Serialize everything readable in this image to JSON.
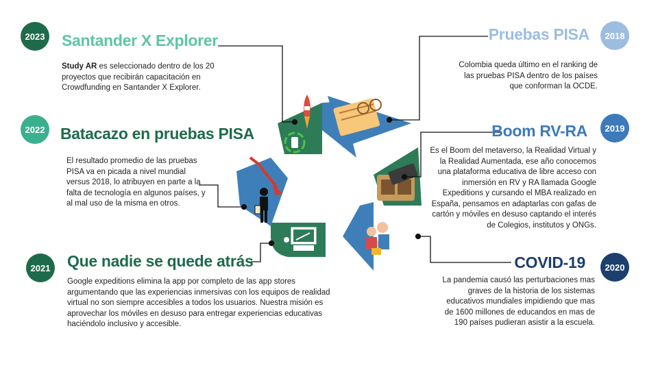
{
  "colors": {
    "green_dark": "#1e6b4c",
    "green_light": "#3bb08f",
    "green_title": "#5ec6a4",
    "blue_light": "#9cbde0",
    "blue_mid": "#3d7ab9",
    "blue_dark": "#1d3f6e",
    "arrow_blue": "#3f7fb9",
    "arrow_green": "#2e7b58"
  },
  "items": [
    {
      "year": "2023",
      "title": "Santander X Explorer",
      "bold": "Study AR",
      "text": " es seleccionado dentro de los 20 proyectos que recibirán capacitación en Crowdfunding en Santander X Explorer.",
      "icon": "rocket-icon"
    },
    {
      "year": "2022",
      "title": "Batacazo en pruebas PISA",
      "text": "El resultado promedio de las pruebas PISA va en picada a nivel mundial versus 2018, lo atribuyen en parte a la falta de tecnología en algunos países, y al mal uso de la misma en otros.",
      "icon": "falling-chart-icon"
    },
    {
      "year": "2021",
      "title": "Que nadie se quede atrás",
      "text": "Google expeditions elimina la app por completo de las app stores argumentando que las experiencias inmersivas con los equipos de realidad virtual no son siempre accesibles a todos los usuarios. Nuestra misión es aprovechar los móviles en desuso para entregar experiencias educativas haciéndolo inclusivo y accesible.",
      "icon": "classroom-icon"
    },
    {
      "year": "2018",
      "title": "Pruebas PISA",
      "text": "Colombia queda último en el ranking de las pruebas PISA dentro de los países que conforman la OCDE.",
      "icon": "exam-icon"
    },
    {
      "year": "2019",
      "title": "Boom RV-RA",
      "text": "Es el Boom del metaverso, la Realidad Virtual y la Realidad Aumentada, ese año conocemos una plataforma educativa de libre acceso con inmersión en RV y RA llamada Google Expeditions y cursando el MBA realizado en España, pensamos en adaptarlas con gafas de cartón y móviles en desuso captando el interés de Colegios, institutos y ONGs.",
      "icon": "vr-cardboard-icon"
    },
    {
      "year": "2020",
      "title": "COVID-19",
      "text": "La pandemia causó las perturbaciones mas graves de la historia de los sistemas educativos mundiales impidiendo que mas de 1600 millones de educandos en mas de 190 países pudieran asistir a la escuela.",
      "icon": "family-masks-icon"
    }
  ]
}
